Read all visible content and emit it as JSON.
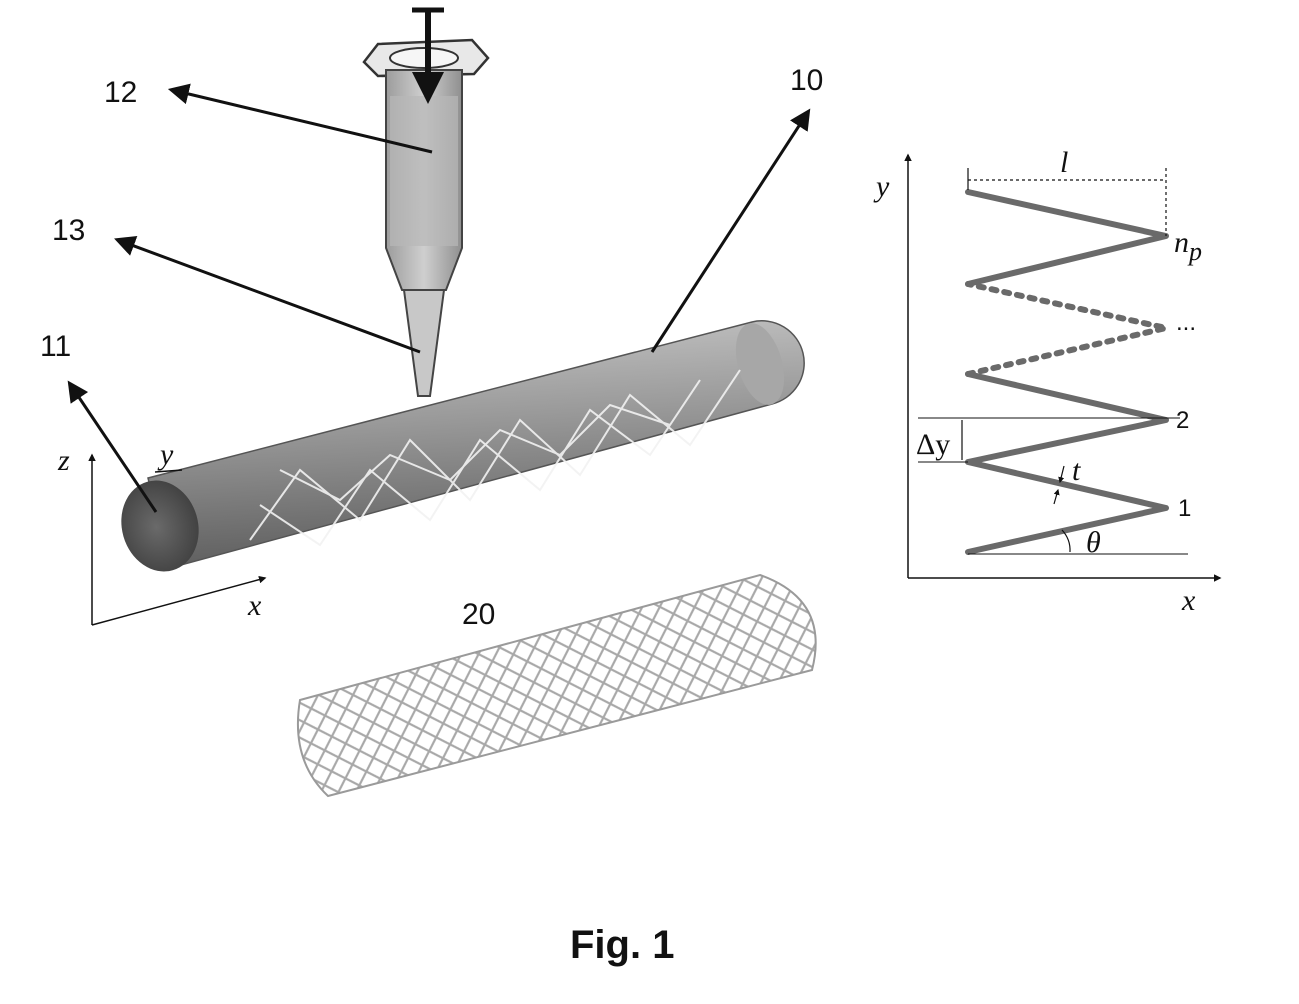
{
  "labels": {
    "ref_12": "12",
    "ref_13": "13",
    "ref_11": "11",
    "ref_10": "10",
    "ref_20": "20",
    "axis_z": "z",
    "axis_y": "y",
    "axis_x": "x",
    "wave_axis_y": "y",
    "wave_axis_x": "x",
    "wave_l": "l",
    "wave_np": "n",
    "wave_np_sub": "p",
    "wave_dots": "...",
    "wave_2": "2",
    "wave_1": "1",
    "wave_dy": "Δy",
    "wave_t": "t",
    "wave_theta": "θ"
  },
  "caption": "Fig. 1",
  "colors": {
    "ink": "#111111",
    "rod": "#8a8a8a",
    "syringe": "#bdbdbd",
    "mesh": "#b0b0b0"
  }
}
